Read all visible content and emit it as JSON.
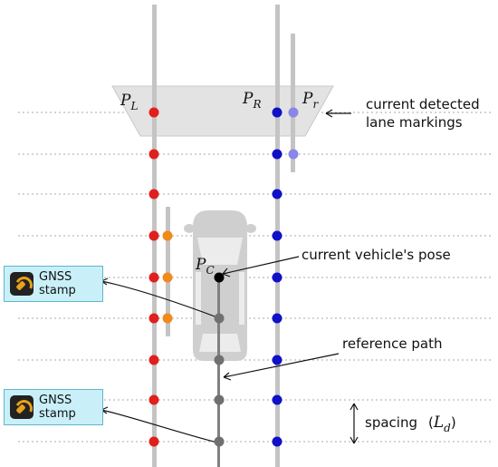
{
  "labels": {
    "p_l_main": "P",
    "p_l_sub": "L",
    "p_r_main": "P",
    "p_r_sub": "R",
    "p_r2_main": "P",
    "p_r2_sub": "r",
    "p_c_main": "P",
    "p_c_sub": "C",
    "detected_line1": "current detected",
    "detected_line2": "lane markings",
    "vehicle_pose": "current vehicle's pose",
    "reference_path": "reference path",
    "spacing_text": "spacing",
    "spacing_sym_open": "(",
    "spacing_sym": "L",
    "spacing_sub": "d",
    "spacing_sym_close": ")"
  },
  "gnss": [
    {
      "line1": "GNSS",
      "line2": "stamp"
    },
    {
      "line1": "GNSS",
      "line2": "stamp"
    }
  ],
  "colors": {
    "left_marker": "#e0201c",
    "right_marker": "#1010c8",
    "detected_marker": "#8a86e8",
    "orange_marker": "#f08a1a",
    "path_marker": "#707070",
    "pose_marker": "#000000",
    "gnss_background": "#c9f0f8"
  }
}
